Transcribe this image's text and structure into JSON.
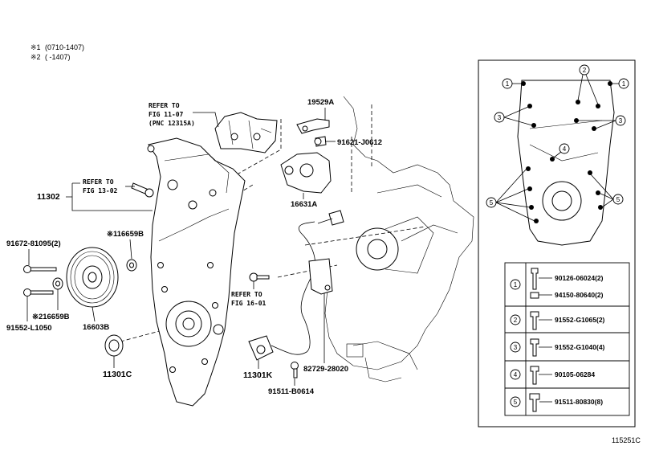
{
  "notes": [
    {
      "mark": "※1",
      "range": "(0710-1407)"
    },
    {
      "mark": "※2",
      "range": "(     -1407)"
    }
  ],
  "refers": [
    {
      "line1": "REFER TO",
      "line2": "FIG 11-07",
      "line3": "(PNC 12315A)"
    },
    {
      "line1": "REFER TO",
      "line2": "FIG 13-02"
    },
    {
      "line1": "REFER TO",
      "line2": "FIG 16-01"
    }
  ],
  "parts": {
    "p11302": "11302",
    "p19529A": "19529A",
    "p91621": "91621-J0612",
    "p16631A": "16631A",
    "p91672": "91672-81095(2)",
    "p16659B_1": "※116659B",
    "p16659B_2": "※216659B",
    "p91552L": "91552-L1050",
    "p16603B": "16603B",
    "p11301C": "11301C",
    "p11301K": "11301K",
    "p82729": "82729-28020",
    "p91511B": "91511-B0614"
  },
  "legend": {
    "rows": [
      {
        "index": "1",
        "parts": [
          "90126-06024(2)",
          "94150-80640(2)"
        ]
      },
      {
        "index": "2",
        "parts": [
          "91552-G1065(2)"
        ]
      },
      {
        "index": "3",
        "parts": [
          "91552-G1040(4)"
        ]
      },
      {
        "index": "4",
        "parts": [
          "90105-06284"
        ]
      },
      {
        "index": "5",
        "parts": [
          "91511-80830(8)"
        ]
      }
    ]
  },
  "inset_callouts": [
    "1",
    "2",
    "1",
    "3",
    "3",
    "4",
    "5",
    "5"
  ],
  "figure_code": "115251C"
}
